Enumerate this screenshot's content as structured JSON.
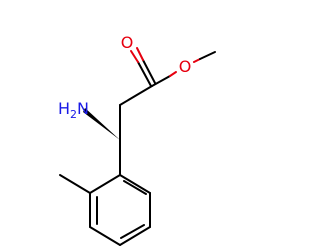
{
  "molecule": {
    "atoms": {
      "carbonyl_oxygen": {
        "symbol": "O",
        "color": "#e6000f"
      },
      "ester_oxygen": {
        "symbol": "O",
        "color": "#e6000f"
      },
      "amine": {
        "symbol": "H",
        "subscript": "2",
        "suffix": "N",
        "color": "#1a1ae6"
      }
    },
    "colors": {
      "bond": "#000000",
      "oxygen": "#e6000f",
      "nitrogen": "#1a1ae6"
    },
    "stereo": "wedge-bond-to-amine"
  }
}
